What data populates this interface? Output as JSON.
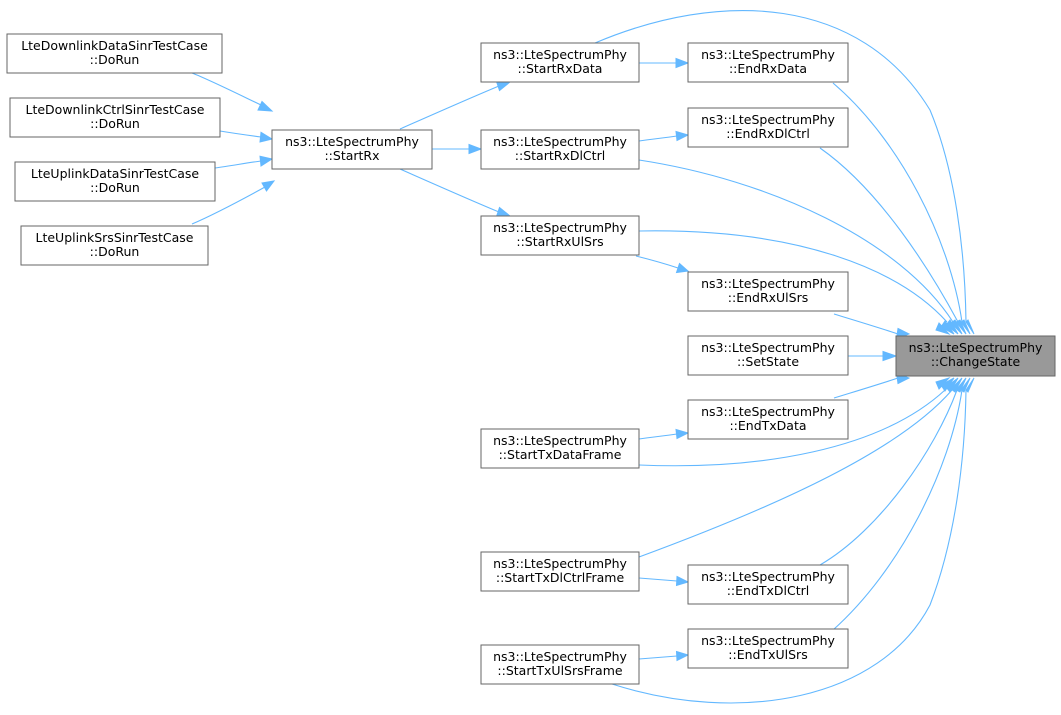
{
  "graph": {
    "nodes": {
      "dl_data_test": {
        "line1": "LteDownlinkDataSinrTestCase",
        "line2": "::DoRun"
      },
      "dl_ctrl_test": {
        "line1": "LteDownlinkCtrlSinrTestCase",
        "line2": "::DoRun"
      },
      "ul_data_test": {
        "line1": "LteUplinkDataSinrTestCase",
        "line2": "::DoRun"
      },
      "ul_srs_test": {
        "line1": "LteUplinkSrsSinrTestCase",
        "line2": "::DoRun"
      },
      "start_rx": {
        "line1": "ns3::LteSpectrumPhy",
        "line2": "::StartRx"
      },
      "start_rx_data": {
        "line1": "ns3::LteSpectrumPhy",
        "line2": "::StartRxData"
      },
      "start_rx_dl_ctrl": {
        "line1": "ns3::LteSpectrumPhy",
        "line2": "::StartRxDlCtrl"
      },
      "start_rx_ul_srs": {
        "line1": "ns3::LteSpectrumPhy",
        "line2": "::StartRxUlSrs"
      },
      "end_rx_data": {
        "line1": "ns3::LteSpectrumPhy",
        "line2": "::EndRxData"
      },
      "end_rx_dl_ctrl": {
        "line1": "ns3::LteSpectrumPhy",
        "line2": "::EndRxDlCtrl"
      },
      "end_rx_ul_srs": {
        "line1": "ns3::LteSpectrumPhy",
        "line2": "::EndRxUlSrs"
      },
      "set_state": {
        "line1": "ns3::LteSpectrumPhy",
        "line2": "::SetState"
      },
      "end_tx_data": {
        "line1": "ns3::LteSpectrumPhy",
        "line2": "::EndTxData"
      },
      "start_tx_data_frame": {
        "line1": "ns3::LteSpectrumPhy",
        "line2": "::StartTxDataFrame"
      },
      "start_tx_dl_ctrl_frame": {
        "line1": "ns3::LteSpectrumPhy",
        "line2": "::StartTxDlCtrlFrame"
      },
      "end_tx_dl_ctrl": {
        "line1": "ns3::LteSpectrumPhy",
        "line2": "::EndTxDlCtrl"
      },
      "start_tx_ul_srs_frame": {
        "line1": "ns3::LteSpectrumPhy",
        "line2": "::StartTxUlSrsFrame"
      },
      "end_tx_ul_srs": {
        "line1": "ns3::LteSpectrumPhy",
        "line2": "::EndTxUlSrs"
      },
      "change_state": {
        "line1": "ns3::LteSpectrumPhy",
        "line2": "::ChangeState"
      }
    },
    "highlighted_node": "change_state",
    "colors": {
      "edge": "#63b8ff",
      "node_border": "#666666",
      "node_fill": "#ffffff",
      "highlight_fill": "#999999"
    }
  }
}
